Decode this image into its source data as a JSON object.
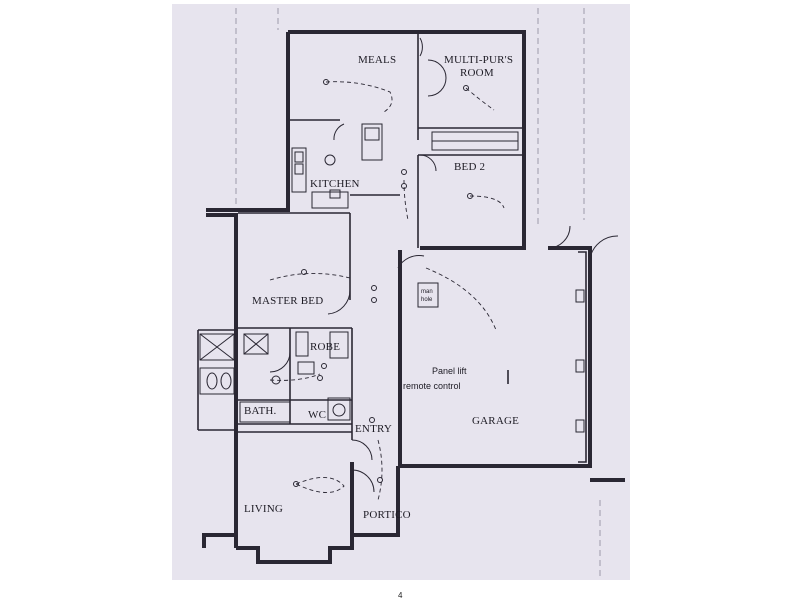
{
  "rooms": {
    "meals": "MEALS",
    "multi_purpose_line1": "MULTI-PUR'S",
    "multi_purpose_line2": "ROOM",
    "kitchen": "KITCHEN",
    "bed2": "BED 2",
    "master_bed": "MASTER BED",
    "robe": "ROBE",
    "bath": "BATH.",
    "wc": "WC",
    "entry": "ENTRY",
    "garage": "GARAGE",
    "living": "LIVING",
    "portico": "PORTICO"
  },
  "notes": {
    "manhole_line1": "man",
    "manhole_line2": "hole",
    "panel_lift_line1": "Panel lift",
    "panel_lift_line2": "remote control"
  },
  "page_number": "4",
  "colors": {
    "paper": "#e7e4ee",
    "ink": "#2a2733"
  }
}
